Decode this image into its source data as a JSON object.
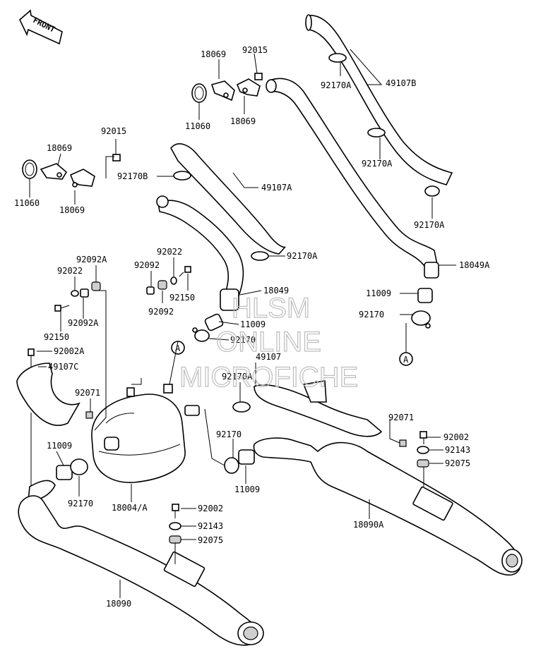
{
  "front_label": "FRONT",
  "labels": [
    {
      "id": "l18069a",
      "text": "18069"
    },
    {
      "id": "l92015a",
      "text": "92015"
    },
    {
      "id": "l11060a",
      "text": "11060"
    },
    {
      "id": "l18069b",
      "text": "18069"
    },
    {
      "id": "l92170a1",
      "text": "92170A"
    },
    {
      "id": "l49107b",
      "text": "49107B"
    },
    {
      "id": "l92015b",
      "text": "92015"
    },
    {
      "id": "l18069c",
      "text": "18069"
    },
    {
      "id": "l11060b",
      "text": "11060"
    },
    {
      "id": "l18069d",
      "text": "18069"
    },
    {
      "id": "l92170b",
      "text": "92170B"
    },
    {
      "id": "l49107a",
      "text": "49107A"
    },
    {
      "id": "l92170a2",
      "text": "92170A"
    },
    {
      "id": "l92170a3",
      "text": "92170A"
    },
    {
      "id": "l92170a4",
      "text": "92170A"
    },
    {
      "id": "l18049a",
      "text": "18049A"
    },
    {
      "id": "l92092a1",
      "text": "92092A"
    },
    {
      "id": "l92022a",
      "text": "92022"
    },
    {
      "id": "l92092a2",
      "text": "92092A"
    },
    {
      "id": "l92150a",
      "text": "92150"
    },
    {
      "id": "l92022b",
      "text": "92022"
    },
    {
      "id": "l92092b",
      "text": "92092"
    },
    {
      "id": "l92150b",
      "text": "92150"
    },
    {
      "id": "l92092c",
      "text": "92092"
    },
    {
      "id": "l18049",
      "text": "18049"
    },
    {
      "id": "l11009a",
      "text": "11009"
    },
    {
      "id": "l92170c",
      "text": "92170"
    },
    {
      "id": "l11009b",
      "text": "11009"
    },
    {
      "id": "l92170d",
      "text": "92170"
    },
    {
      "id": "l92002a",
      "text": "92002A"
    },
    {
      "id": "l49107c",
      "text": "49107C"
    },
    {
      "id": "l49107",
      "text": "49107"
    },
    {
      "id": "l92170a5",
      "text": "92170A"
    },
    {
      "id": "l92071a",
      "text": "92071"
    },
    {
      "id": "l92071b",
      "text": "92071"
    },
    {
      "id": "l92002b",
      "text": "92002"
    },
    {
      "id": "l92143a",
      "text": "92143"
    },
    {
      "id": "l92075a",
      "text": "92075"
    },
    {
      "id": "l11009c",
      "text": "11009"
    },
    {
      "id": "l92170e",
      "text": "92170"
    },
    {
      "id": "l11009d",
      "text": "11009"
    },
    {
      "id": "l92170f",
      "text": "92170"
    },
    {
      "id": "l18004a",
      "text": "18004/A"
    },
    {
      "id": "l18090a",
      "text": "18090A"
    },
    {
      "id": "l92002c",
      "text": "92002"
    },
    {
      "id": "l92143b",
      "text": "92143"
    },
    {
      "id": "l92075b",
      "text": "92075"
    },
    {
      "id": "l18090",
      "text": "18090"
    }
  ],
  "callouts": [
    {
      "id": "calloutA1",
      "text": "A"
    },
    {
      "id": "calloutA2",
      "text": "A"
    }
  ],
  "watermark": {
    "line1": "HLSM",
    "line2": "ONLINE",
    "line3": "MICROFICHE"
  }
}
